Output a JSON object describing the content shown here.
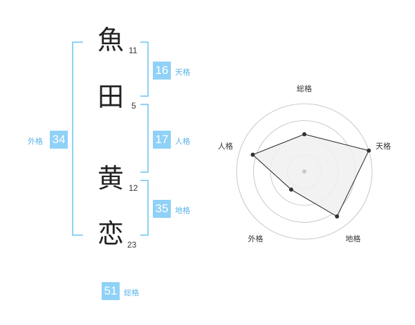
{
  "name": {
    "chars": [
      {
        "char": "魚",
        "strokes": "11"
      },
      {
        "char": "田",
        "strokes": "5"
      },
      {
        "char": "黄",
        "strokes": "12"
      },
      {
        "char": "恋",
        "strokes": "23"
      }
    ]
  },
  "kakusu": {
    "tenkaku": {
      "value": "16",
      "label": "天格"
    },
    "jinkaku": {
      "value": "17",
      "label": "人格"
    },
    "chikaku": {
      "value": "35",
      "label": "地格"
    },
    "gaikaku": {
      "value": "34",
      "label": "外格"
    },
    "soukaku": {
      "value": "51",
      "label": "総格"
    }
  },
  "chart_data": {
    "type": "radar",
    "axes": [
      "総格",
      "天格",
      "地格",
      "外格",
      "人格"
    ],
    "values": [
      0.55,
      1.0,
      0.82,
      0.33,
      0.8
    ],
    "rings": 4,
    "grid": true,
    "colors": {
      "fill": "#f0f0f0",
      "stroke": "#222222",
      "grid": "#bbbbbb",
      "center": "#c8c8c8"
    }
  },
  "colors": {
    "accent": "#8fd1f7",
    "accent_text": "#5bb3ea"
  }
}
